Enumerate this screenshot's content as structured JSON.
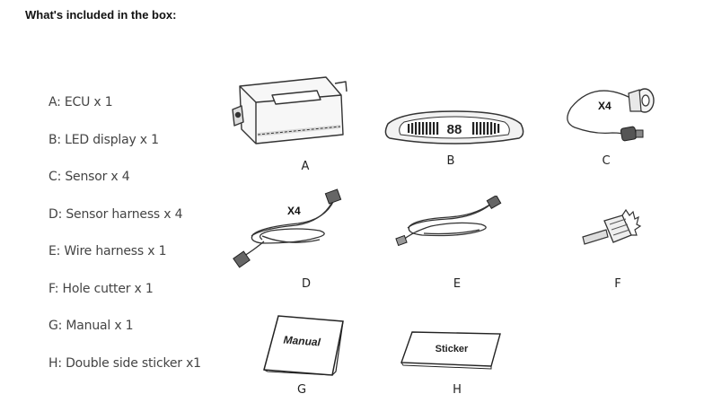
{
  "heading": "What's included in the box:",
  "items": [
    "A: ECU x 1",
    "B: LED display x 1",
    "C: Sensor x 4",
    "D: Sensor harness x 4",
    "E: Wire harness x 1",
    "F: Hole cutter x 1",
    "G: Manual x 1",
    "H: Double side sticker x1"
  ],
  "labels": {
    "a": "A",
    "b": "B",
    "c": "C",
    "d": "D",
    "e": "E",
    "f": "F",
    "g": "G",
    "h": "H"
  },
  "display_digits": "88",
  "sensor_qty": "X4",
  "harness_qty": "X4",
  "manual_text": "Manual",
  "sticker_text": "Sticker"
}
